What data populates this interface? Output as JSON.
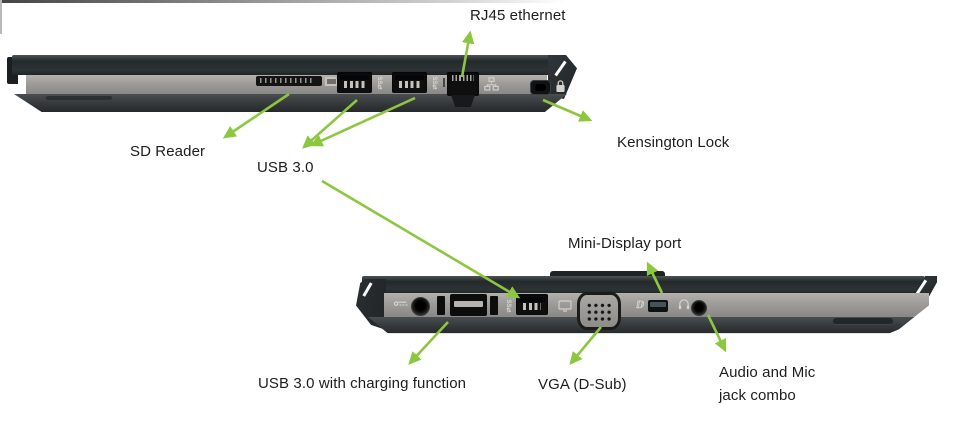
{
  "colors": {
    "background": "#ffffff",
    "arrow_green": "#8dc63f",
    "label_text": "#1d1d1d",
    "lid_dark": "#2b3032",
    "body_light": "#9d9c99",
    "base_dark": "#34383a",
    "port_black": "#0f0f10"
  },
  "diagram": {
    "annotations": {
      "rj45": "RJ45 ethernet",
      "sd": "SD Reader",
      "usb_top": "USB 3.0",
      "kensington": "Kensington Lock",
      "minidp": "Mini-Display port",
      "usb_charge": "USB 3.0 with charging function",
      "vga": "VGA (D-Sub)",
      "audio_line1": "Audio and Mic",
      "audio_line2": "jack combo"
    },
    "icons": {
      "usb_superspeed": "SS⇄",
      "displayport": "ⅅ"
    },
    "laptops": {
      "top": {
        "ports": [
          "sd-card-slot",
          "usb3-port-1",
          "usb3-port-2",
          "rj45-ethernet-port",
          "kensington-lock-slot"
        ]
      },
      "bottom": {
        "ports": [
          "dc-power-jack",
          "usb3-charging-port",
          "usb3-port-3",
          "vga-dsub-port",
          "mini-displayport",
          "audio-mic-combo-jack"
        ]
      }
    }
  }
}
